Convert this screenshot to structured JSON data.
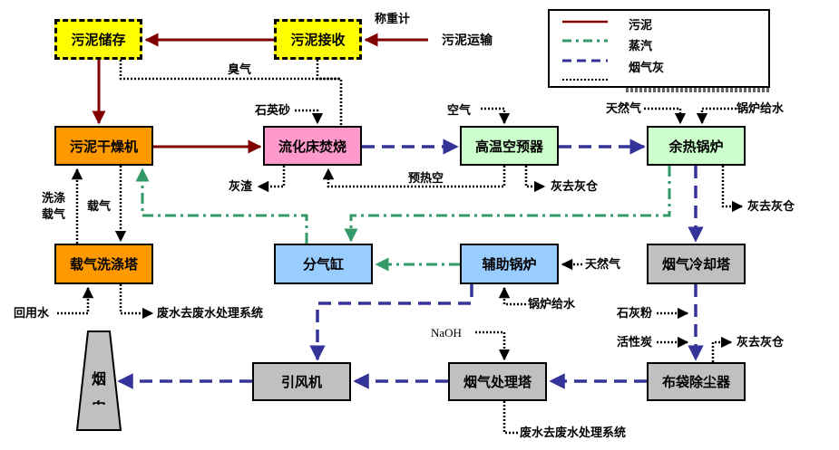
{
  "legend": {
    "items": [
      {
        "label": "污泥",
        "style": "solid",
        "color": "#800000"
      },
      {
        "label": "蒸汽",
        "style": "dash-dot",
        "color": "#339966"
      },
      {
        "label": "烟气灰",
        "style": "dashed",
        "color": "#333399"
      },
      {
        "label": "",
        "style": "dotted",
        "color": "#000000"
      }
    ]
  },
  "colors": {
    "sludge": "#800000",
    "steam": "#339966",
    "flue_gas": "#333399",
    "aux": "#000000"
  },
  "nodes": {
    "sludge_storage": "污泥储存",
    "sludge_receive": "污泥接收",
    "sludge_dryer": "污泥干燥机",
    "fluidized_bed": "流化床焚烧",
    "air_preheater": "高温空预器",
    "waste_heat_boiler": "余热锅炉",
    "carrier_scrubber": "载气洗涤塔",
    "steam_header": "分气缸",
    "aux_boiler": "辅助锅炉",
    "flue_cooler": "烟气冷却塔",
    "induced_fan": "引风机",
    "flue_treatment": "烟气处理塔",
    "bag_filter": "布袋除尘器",
    "chimney_1": "烟",
    "chimney_2": "囱"
  },
  "labels": {
    "weigher": "称重计",
    "sludge_transport": "污泥运输",
    "odor": "臭气",
    "quartz_sand": "石英砂",
    "air": "空气",
    "natural_gas_1": "天然气",
    "boiler_feed_1": "锅炉给水",
    "ash_slag": "灰渣",
    "preheated_air": "预热空",
    "ash_to_silo_1": "灰去灰仓",
    "ash_to_silo_2": "灰去灰仓",
    "wash_carrier_1": "洗涤",
    "wash_carrier_2": "载气",
    "carrier_gas": "载气",
    "natural_gas_2": "天然气",
    "recycled_water": "回用水",
    "wastewater_1": "废水去废水处理系统",
    "boiler_feed_2": "锅炉给水",
    "lime_powder": "石灰粉",
    "activated_carbon": "活性炭",
    "ash_to_silo_3": "灰去灰仓",
    "naoh": "NaOH",
    "wastewater_2": "废水去废水处理系统"
  }
}
